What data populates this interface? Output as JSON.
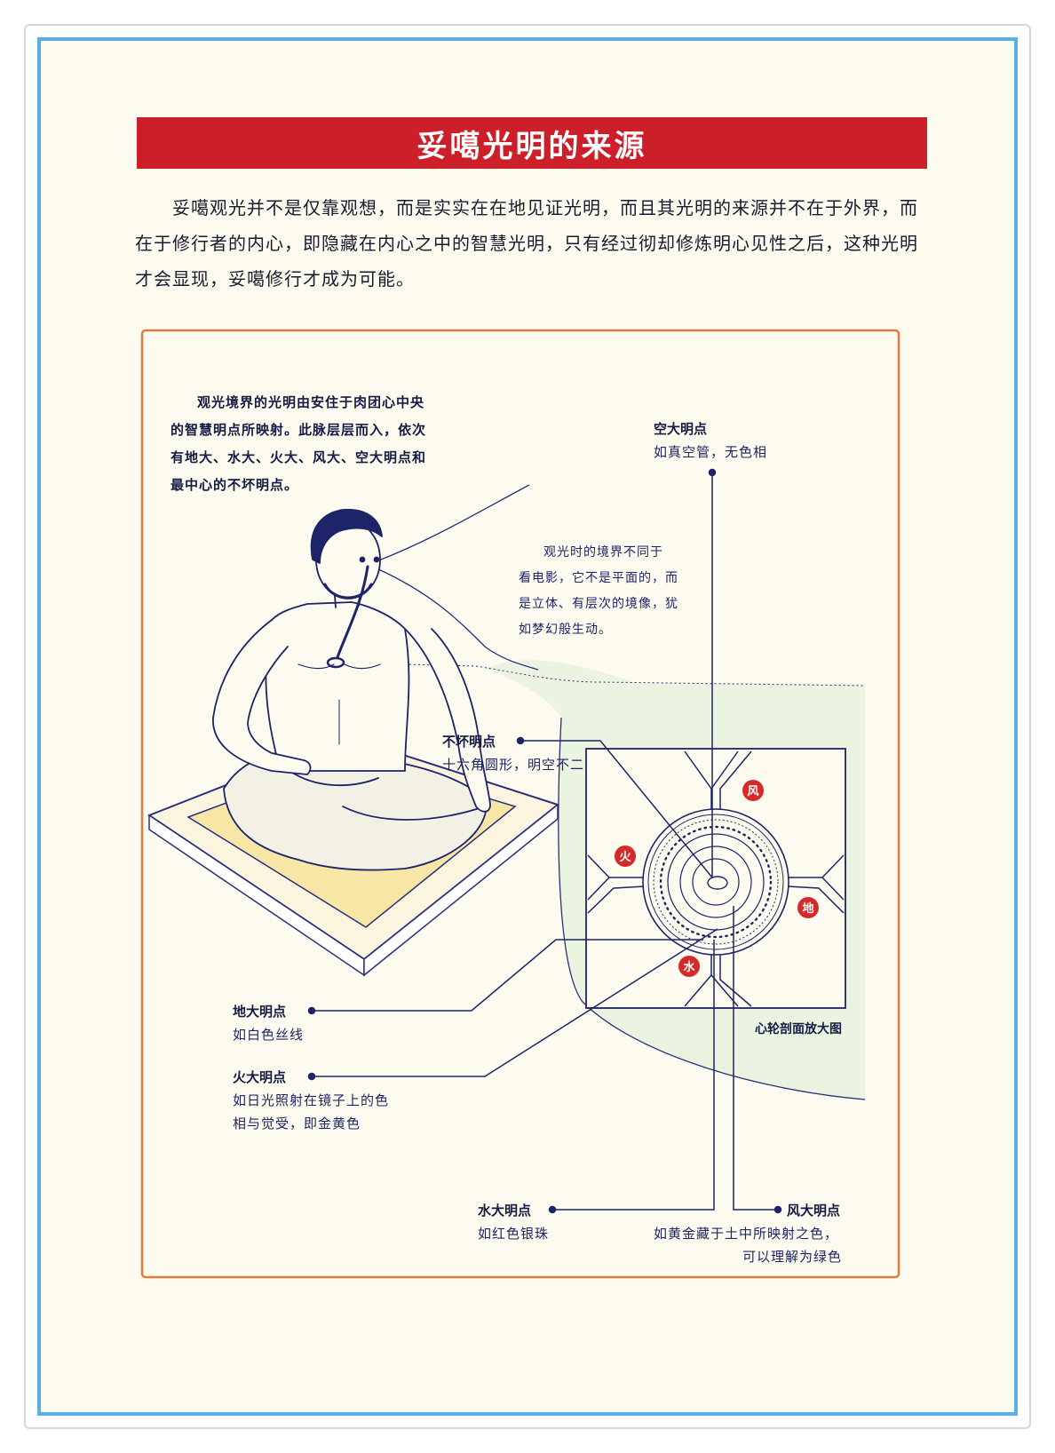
{
  "title": "妥噶光明的来源",
  "intro": "妥噶观光并不是仅靠观想，而是实实在在地见证光明，而且其光明的来源并不在于外界，而在于修行者的内心，即隐藏在内心之中的智慧光明，只有经过彻却修炼明心见性之后，这种光明才会显现，妥噶修行才成为可能。",
  "notes": {
    "main": [
      "观光境界的光明由安住于肉团心中央",
      "的智慧明点所映射。此脉层层而入，依次",
      "有地大、水大、火大、风大、空大明点和",
      "最中心的不坏明点。"
    ],
    "vision": [
      "观光时的境界不同于",
      "看电影，它不是平面的，而",
      "是立体、有层次的境像，犹",
      "如梦幻般生动。"
    ]
  },
  "labels": {
    "space": {
      "title": "空大明点",
      "desc": "如真空管，无色相"
    },
    "indestructible": {
      "title": "不坏明点",
      "desc": "十六角圆形，明空不二"
    },
    "earth": {
      "title": "地大明点",
      "desc": "如白色丝线"
    },
    "fire": {
      "title": "火大明点",
      "desc": [
        "如日光照射在镜子上的色",
        "相与觉受，即金黄色"
      ]
    },
    "water": {
      "title": "水大明点",
      "desc": "如红色银珠"
    },
    "wind": {
      "title": "风大明点",
      "desc": [
        "如黄金藏于土中所映射之色，",
        "可以理解为绿色"
      ]
    }
  },
  "diagram": {
    "caption": "心轮剖面放大图",
    "badges": {
      "wind": "风",
      "fire": "火",
      "earth": "地",
      "water": "水"
    }
  },
  "colors": {
    "title_bar": "#cc1f2a",
    "page_border": "#5aaee6",
    "page_bg": "#fdfbef",
    "ink": "#1d2468",
    "illustration_border": "#e07a3f",
    "badge_red": "#d42a2a",
    "cushion_fill": "#f7e6a6",
    "vision_fill": "#dcecd6"
  }
}
